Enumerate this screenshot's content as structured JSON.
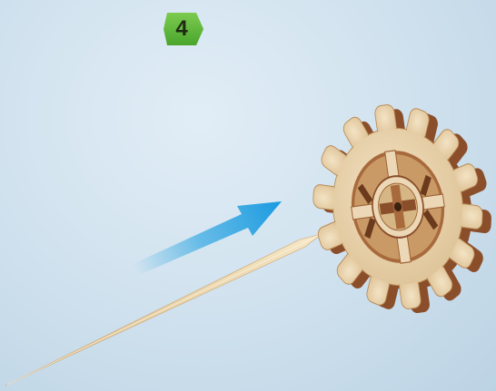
{
  "step": {
    "number": "4",
    "badge_color": "#5db83a"
  },
  "illustration": {
    "arrow_color": "#29a4e2",
    "wood_color": "#ecd8b6",
    "wood_edge_color": "#8a4e2a",
    "icons": [
      "direction-arrow",
      "toothpick",
      "wooden-gear"
    ]
  }
}
